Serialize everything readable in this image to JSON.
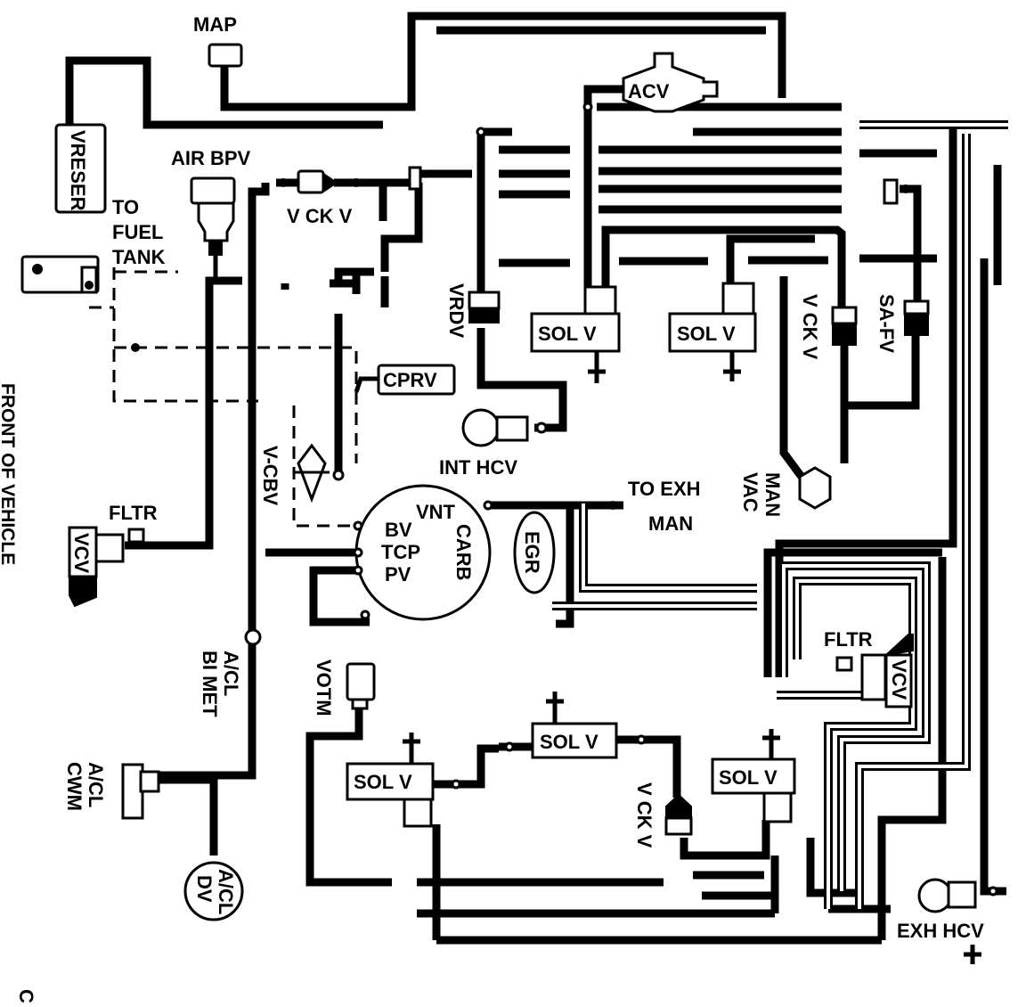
{
  "labels": {
    "map": "MAP",
    "air_bpv": "AIR BPV",
    "vreser": "VRESER",
    "to_fuel_tank": [
      "TO",
      "FUEL",
      "TANK"
    ],
    "v_ck_v_top": "V CK V",
    "acv": "ACV",
    "vrdv": "VRDV",
    "sol_v_upper_left": "SOL V",
    "sol_v_upper_right": "SOL V",
    "v_ck_v_right": "V CK V",
    "sa_fv": "SA-FV",
    "cprv": "CPRV",
    "int_hcv": "INT HCV",
    "v_cbv": "V-CBV",
    "carb_ports": [
      "BV",
      "TCP",
      "PV"
    ],
    "vnt": "VNT",
    "carb": "CARB",
    "egr": "EGR",
    "to_exh_man": [
      "TO EXH",
      "MAN"
    ],
    "man_vac": [
      "MAN",
      "VAC"
    ],
    "front_of_vehicle": "FRONT OF VEHICLE",
    "fltr_left": "FLTR",
    "vcv_left": "VCV",
    "fltr_right": "FLTR",
    "vcv_right": "VCV",
    "a_cl_bi_met": [
      "A/CL",
      "BI MET"
    ],
    "votm": "VOTM",
    "a_cl_cwm": [
      "A/CL",
      "CWM"
    ],
    "a_cl_dv": [
      "A/CL",
      "DV"
    ],
    "sol_v_lower_left": "SOL V",
    "sol_v_lower_mid": "SOL V",
    "sol_v_lower_right": "SOL V",
    "v_ck_v_lower": "V CK V",
    "exh_hcv": "EXH HCV",
    "figure_letter": "C"
  }
}
